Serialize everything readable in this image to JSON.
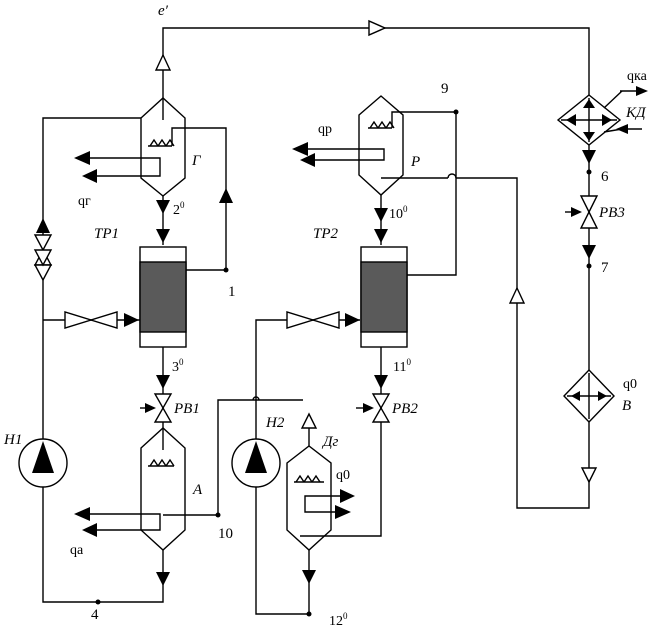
{
  "labels": {
    "e_prime": "e′",
    "q_ka": "qка",
    "kd": "КД",
    "q_r": "qр",
    "p": "Р",
    "num9": "9",
    "q_g": "qг",
    "g": "Г",
    "t2": "2",
    "t2_sup": "0",
    "t10": "10",
    "t10_sup": "0",
    "num6": "6",
    "rv3": "РВ3",
    "num7": "7",
    "tr1": "ТР1",
    "tr2": "ТР2",
    "num1": "1",
    "t3": "3",
    "t3_sup": "0",
    "t11": "11",
    "t11_sup": "0",
    "rv1": "РВ1",
    "rv2": "РВ2",
    "n1": "Н1",
    "n2": "Н2",
    "dg": "Дг",
    "q0_dg": "q0",
    "q0_b": "q0",
    "b": "В",
    "a": "А",
    "qa": "qа",
    "num10": "10",
    "num4": "4",
    "t12": "12",
    "t12_sup": "0"
  }
}
